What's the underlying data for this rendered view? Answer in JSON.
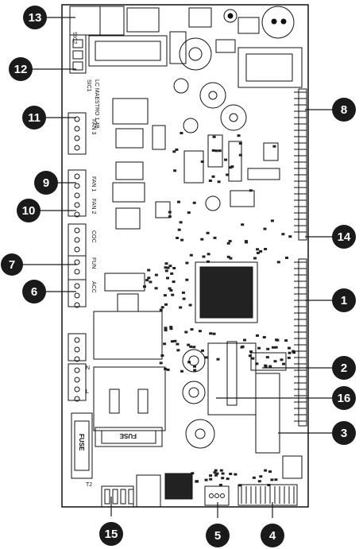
{
  "board": {
    "silkscreen": {
      "version": "LC MAESTRO 1.4B",
      "sic1": "SIC1",
      "sic2": "SIC2",
      "fan3": "FAN 3",
      "fan1": "FAN 1",
      "fan2": "FAN 2",
      "coc": "COC",
      "fun": "FUN",
      "acc": "ACC",
      "n": "N",
      "l": "L",
      "fuse": "FUSE",
      "fuse_box": "FUSE",
      "t2": "T2"
    }
  },
  "callouts": [
    {
      "id": "13",
      "label": "13"
    },
    {
      "id": "12",
      "label": "12"
    },
    {
      "id": "11",
      "label": "11"
    },
    {
      "id": "8",
      "label": "8"
    },
    {
      "id": "9",
      "label": "9"
    },
    {
      "id": "10",
      "label": "10"
    },
    {
      "id": "14",
      "label": "14"
    },
    {
      "id": "7",
      "label": "7"
    },
    {
      "id": "6",
      "label": "6"
    },
    {
      "id": "1",
      "label": "1"
    },
    {
      "id": "2",
      "label": "2"
    },
    {
      "id": "16",
      "label": "16"
    },
    {
      "id": "3",
      "label": "3"
    },
    {
      "id": "15",
      "label": "15"
    },
    {
      "id": "5",
      "label": "5"
    },
    {
      "id": "4",
      "label": "4"
    }
  ],
  "colors": {
    "badge": "#1a1a1a",
    "line": "#1a1a1a",
    "board": "#ffffff"
  }
}
